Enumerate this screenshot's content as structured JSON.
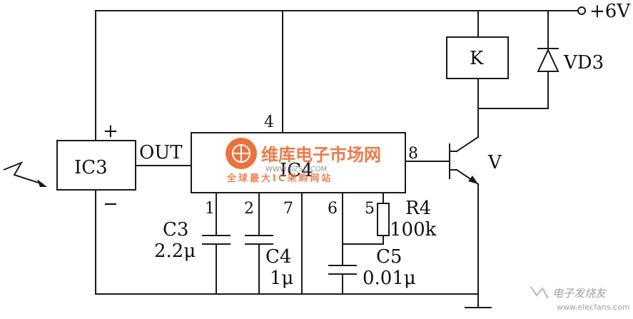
{
  "labels": {
    "supply": "+6V",
    "relay": "K",
    "diode": "VD3",
    "transistor": "V",
    "ic3": "IC3",
    "ic3_plus": "+",
    "ic3_minus": "−",
    "out": "OUT",
    "ic4": "IC4",
    "pin4": "4",
    "pin8": "8",
    "pin1": "1",
    "pin2": "2",
    "pin7": "7",
    "pin6": "6",
    "pin5": "5",
    "c3_name": "C3",
    "c3_value": "2.2μ",
    "c4_name": "C4",
    "c4_value": "1μ",
    "c5_name": "C5",
    "c5_value": "0.01μ",
    "r4_name": "R4",
    "r4_value": "100k"
  },
  "watermark": {
    "brand": "维库电子市场网",
    "url": "WWW.DZSC.COM",
    "slogan": "全球最大IC采购网站",
    "corner_brand": "电子发烧友",
    "corner_url": "www.elecfans.com"
  }
}
